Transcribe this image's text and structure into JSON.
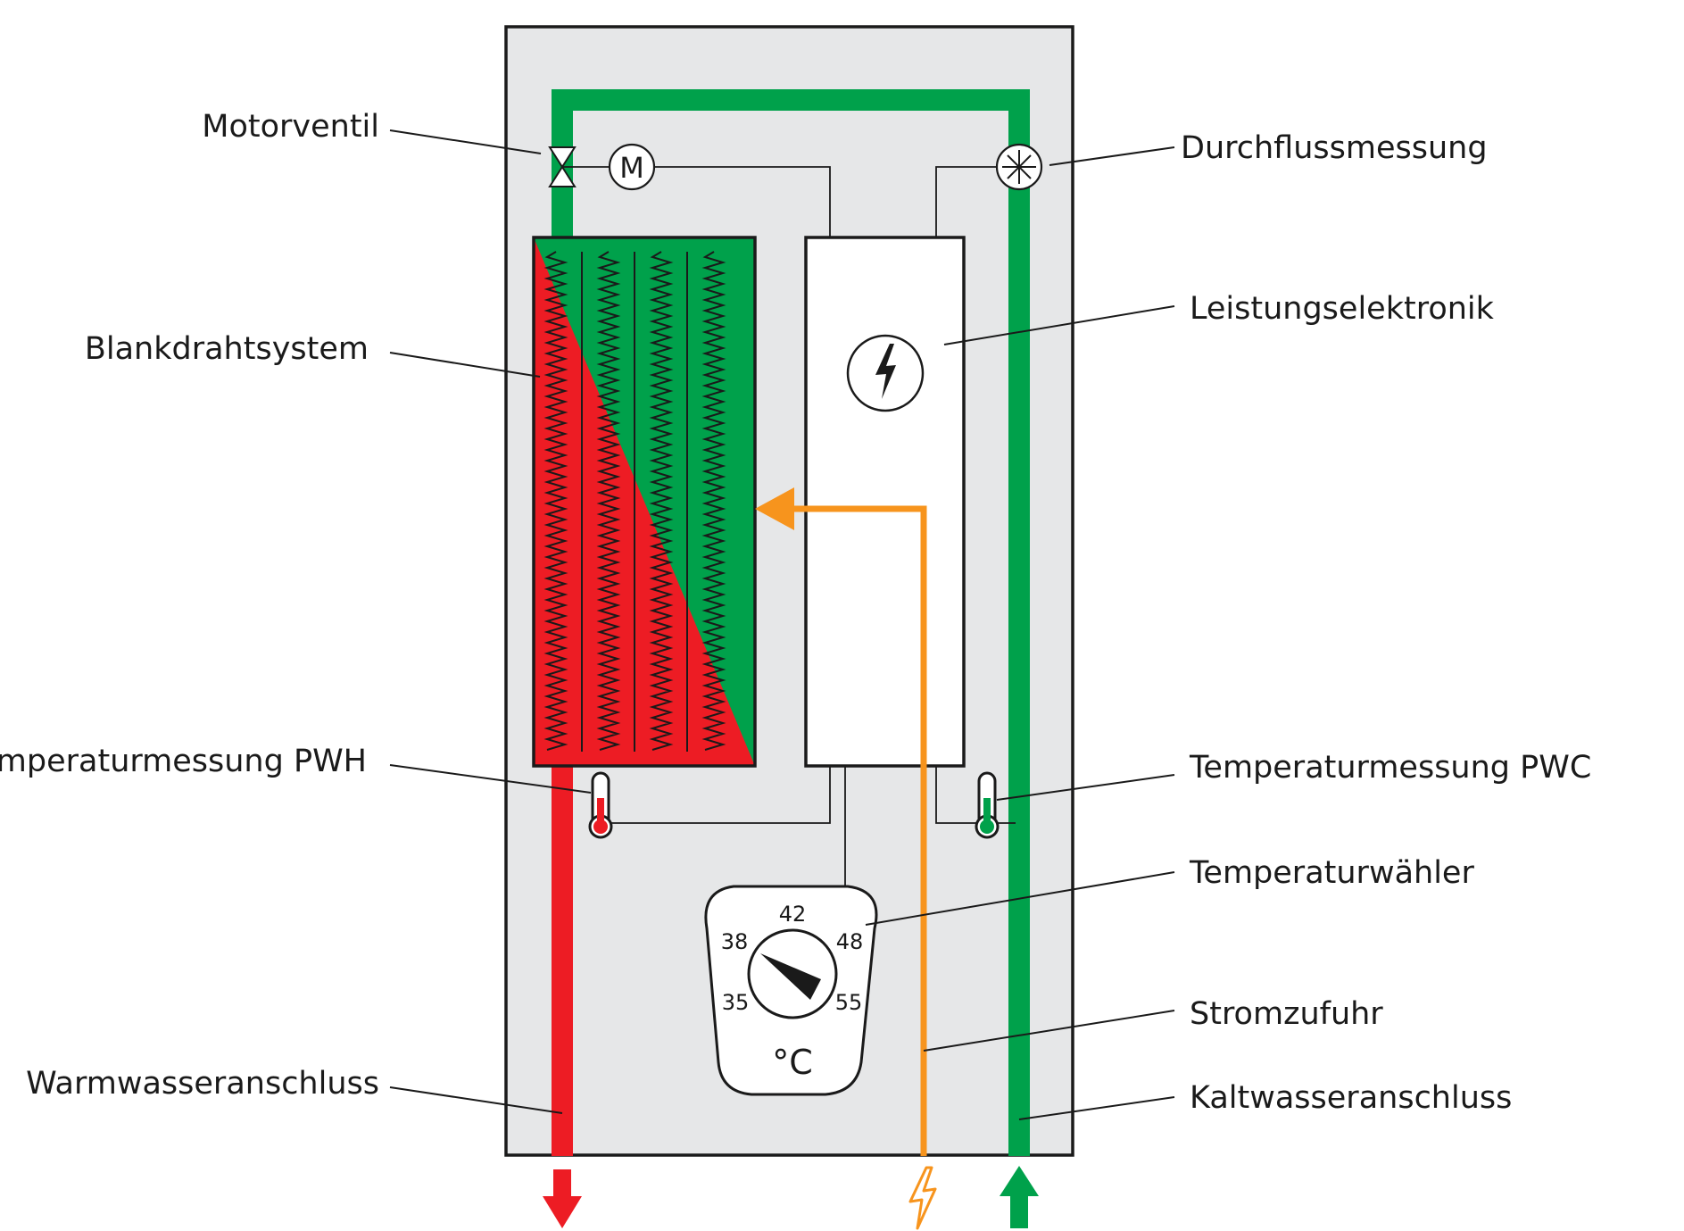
{
  "colors": {
    "hot_water": "#ed1c24",
    "cold_water": "#00a14b",
    "power": "#f7941d",
    "housing_fill": "#e6e7e8",
    "outline": "#1a1a1a"
  },
  "labels": {
    "motorventil": "Motorventil",
    "blankdrahtsystem": "Blankdrahtsystem",
    "temperaturmessung_pwh": "Temperaturmessung PWH",
    "warmwasseranschluss": "Warmwasseranschluss",
    "durchflussmessung": "Durchflussmessung",
    "leistungselektronik": "Leistungselektronik",
    "temperaturmessung_pwc": "Temperaturmessung PWC",
    "temperaturwaehler": "Temperaturwähler",
    "stromzufuhr": "Stromzufuhr",
    "kaltwasseranschluss": "Kaltwasseranschluss"
  },
  "motor_symbol": "M",
  "dial": {
    "ticks": [
      "35",
      "38",
      "42",
      "48",
      "55"
    ],
    "unit": "°C"
  },
  "icons": [
    "valve-icon",
    "motor-icon",
    "flow-meter-icon",
    "lightning-icon",
    "thermometer-icon",
    "dial-knob-icon",
    "arrow-down-icon",
    "arrow-up-icon"
  ]
}
